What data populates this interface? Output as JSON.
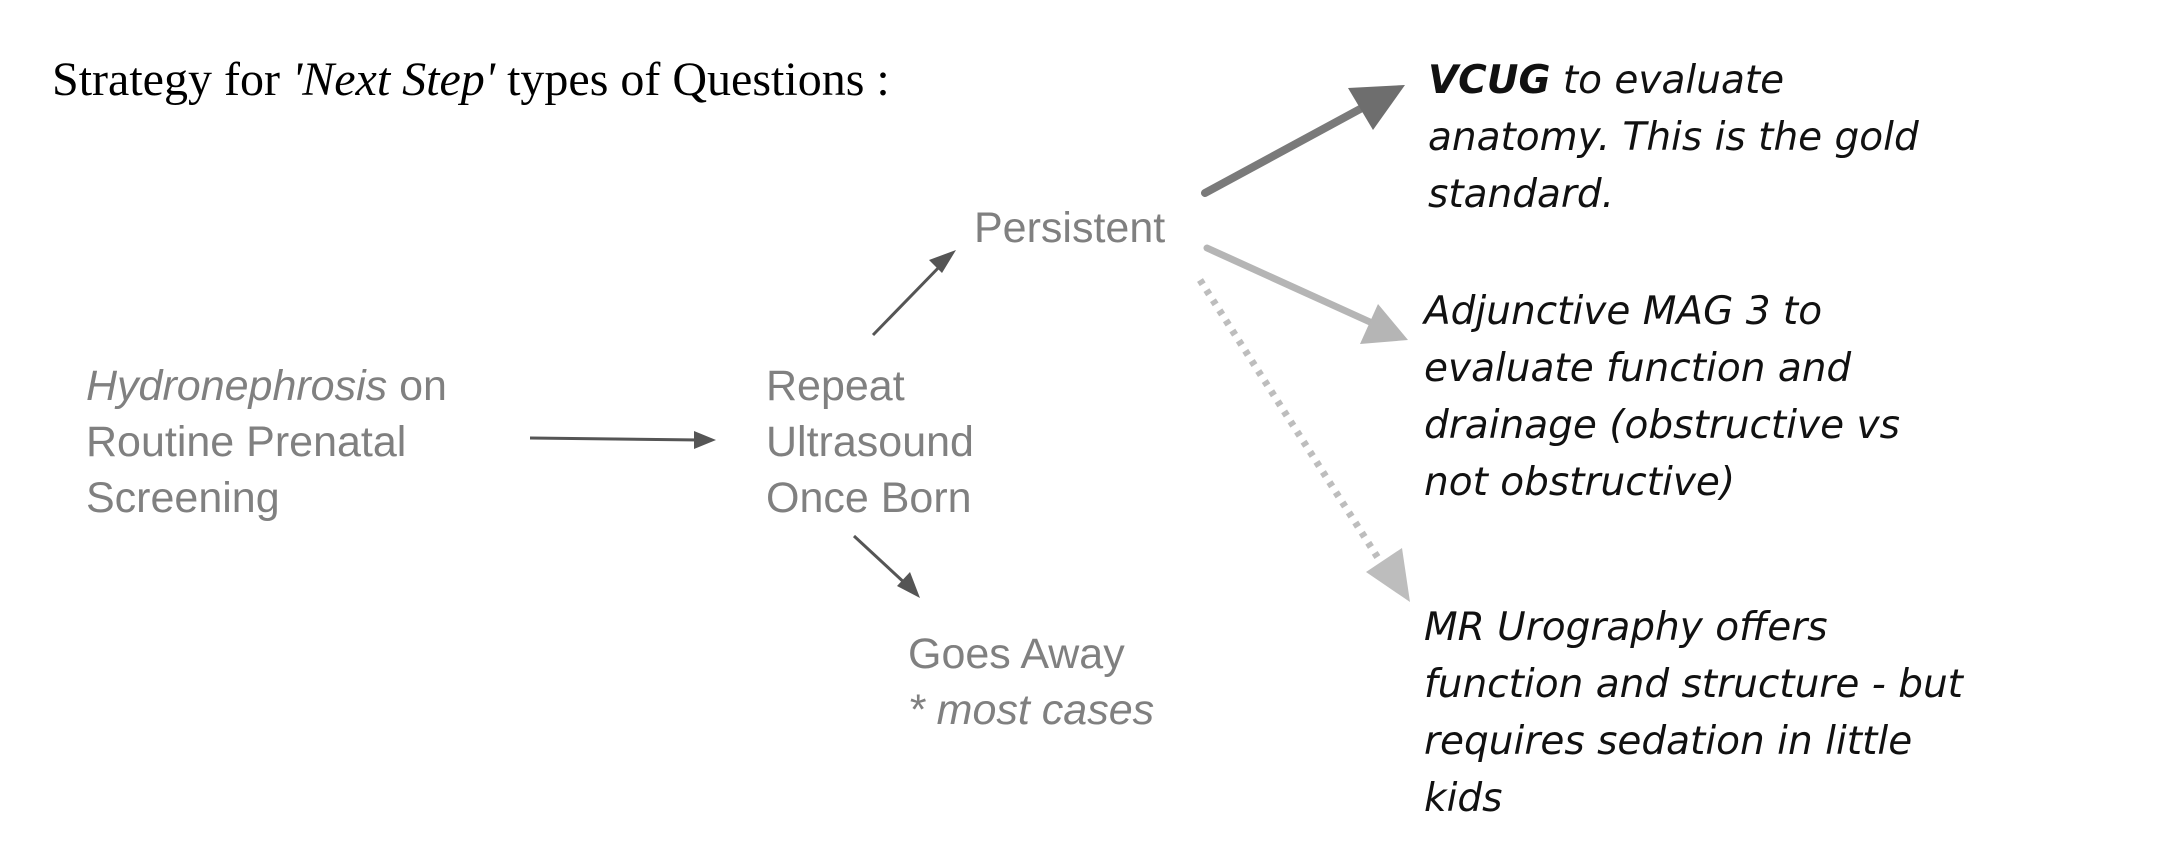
{
  "title": {
    "prefix": "Strategy for ",
    "emphasis": "'Next Step'",
    "suffix": " types of Questions :"
  },
  "nodes": {
    "start": {
      "term": "Hydronephrosis",
      "line1_rest": " on",
      "line2": "Routine Prenatal",
      "line3": "Screening"
    },
    "repeat": {
      "line1": "Repeat",
      "line2": "Ultrasound",
      "line3": "Once Born"
    },
    "persistent": {
      "label": "Persistent"
    },
    "goes_away": {
      "line1": "Goes Away",
      "line2": "* most cases"
    }
  },
  "notes": {
    "vcug": {
      "bold": "VCUG",
      "line1_rest": " to evaluate",
      "line2": "anatomy. This is the gold",
      "line3": "standard."
    },
    "mag3": {
      "line1": "Adjunctive MAG 3 to",
      "line2": "evaluate function and",
      "line3": "drainage (obstructive vs",
      "line4": "not obstructive)"
    },
    "mru": {
      "line1": "MR Urography offers",
      "line2": "function and structure - but",
      "line3": "requires sedation in little",
      "line4": "kids"
    }
  },
  "colors": {
    "node_text": "#808080",
    "thin_arrow": "#555555",
    "vcug_arrow": "#7a7a7a",
    "mag3_arrow": "#b5b5b5",
    "mru_arrow": "#bdbdbd"
  }
}
